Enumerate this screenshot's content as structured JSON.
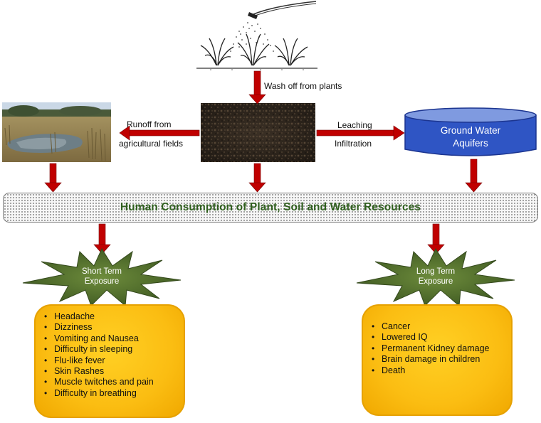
{
  "diagram": {
    "top_label": "Wash off from plants",
    "left_arrow_labels": [
      "Runoff from",
      "agricultural fields"
    ],
    "right_arrow_labels": [
      "Leaching",
      "Infiltration"
    ],
    "aquifer": {
      "line1": "Ground Water",
      "line2": "Aquifers"
    },
    "central_banner": "Human Consumption of Plant, Soil and Water Resources",
    "short_term": {
      "line1": "Short Term",
      "line2": "Exposure",
      "effects": [
        "Headache",
        "Dizziness",
        "Vomiting and Nausea",
        "Difficulty in sleeping",
        "Flu-like fever",
        "Skin Rashes",
        "Muscle twitches and pain",
        "Difficulty in breathing"
      ]
    },
    "long_term": {
      "line1": "Long Term",
      "line2": "Exposure",
      "effects": [
        "Cancer",
        "Lowered IQ",
        "Permanent Kidney damage",
        "Brain damage in children",
        "Death"
      ]
    },
    "colors": {
      "arrow": "#c00000",
      "banner_text": "#2f5f1e",
      "star_fill": "#4e6b2a",
      "box_fill": "#fbbd12",
      "aquifer_fill": "#2f55c4"
    }
  }
}
